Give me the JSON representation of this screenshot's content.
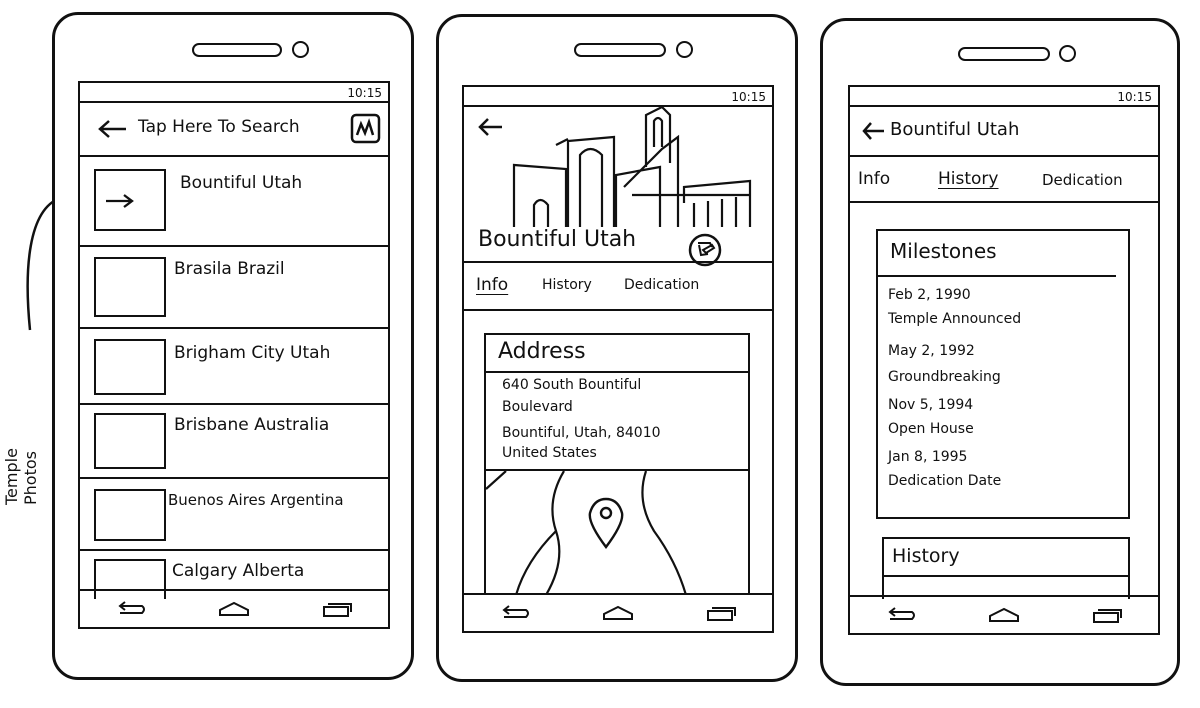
{
  "annotation": {
    "label": "Temple Photos"
  },
  "status": {
    "time": "10:15"
  },
  "list_screen": {
    "search_label": "Tap Here To Search",
    "items": [
      {
        "name": "Bountiful Utah"
      },
      {
        "name": "Brasila Brazil"
      },
      {
        "name": "Brigham City Utah"
      },
      {
        "name": "Brisbane Australia"
      },
      {
        "name": "Buenos Aires Argentina"
      },
      {
        "name": "Calgary Alberta"
      }
    ]
  },
  "detail_screen": {
    "title": "Bountiful Utah",
    "tabs": [
      "Info",
      "History",
      "Dedication"
    ],
    "address_heading": "Address",
    "address_lines": [
      "640 South Bountiful",
      "Boulevard",
      "Bountiful, Utah, 84010",
      "United States"
    ]
  },
  "history_screen": {
    "title": "Bountiful Utah",
    "tabs": [
      "Info",
      "History",
      "Dedication"
    ],
    "milestones_heading": "Milestones",
    "milestones": [
      {
        "date": "Feb 2, 1990",
        "event": "Temple Announced"
      },
      {
        "date": "May 2, 1992",
        "event": "Groundbreaking"
      },
      {
        "date": "Nov 5, 1994",
        "event": "Open House"
      },
      {
        "date": "Jan 8, 1995",
        "event": "Dedication Date"
      }
    ],
    "history_heading": "History"
  }
}
